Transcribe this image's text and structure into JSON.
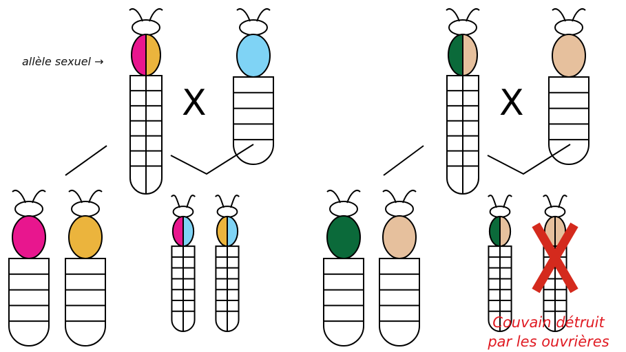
{
  "labels": {
    "allele": "allèle sexuel →",
    "cross_left": "X",
    "cross_right": "X",
    "caption_line1": "Couvain détruit",
    "caption_line2": "par les ouvrières"
  },
  "colors": {
    "magenta": "#e8168e",
    "yellow": "#ebb43d",
    "light_blue": "#7fd3f5",
    "dark_green": "#0b6a3a",
    "peach": "#e6c09d",
    "red_x": "#d42a1d",
    "caption_red": "#e01a22"
  },
  "crosses": [
    {
      "id": "left",
      "queen_alleles": [
        "magenta",
        "yellow"
      ],
      "male_allele": "light_blue",
      "offspring": [
        {
          "kind": "male",
          "alleles": [
            "magenta"
          ]
        },
        {
          "kind": "male",
          "alleles": [
            "yellow"
          ]
        },
        {
          "kind": "female",
          "alleles": [
            "magenta",
            "light_blue"
          ]
        },
        {
          "kind": "female",
          "alleles": [
            "yellow",
            "light_blue"
          ]
        }
      ]
    },
    {
      "id": "right",
      "queen_alleles": [
        "dark_green",
        "peach"
      ],
      "male_allele": "peach",
      "offspring": [
        {
          "kind": "male",
          "alleles": [
            "dark_green"
          ]
        },
        {
          "kind": "male",
          "alleles": [
            "peach"
          ]
        },
        {
          "kind": "female",
          "alleles": [
            "dark_green",
            "peach"
          ]
        },
        {
          "kind": "diploid-male",
          "alleles": [
            "peach",
            "peach"
          ],
          "destroyed": true
        }
      ]
    }
  ]
}
